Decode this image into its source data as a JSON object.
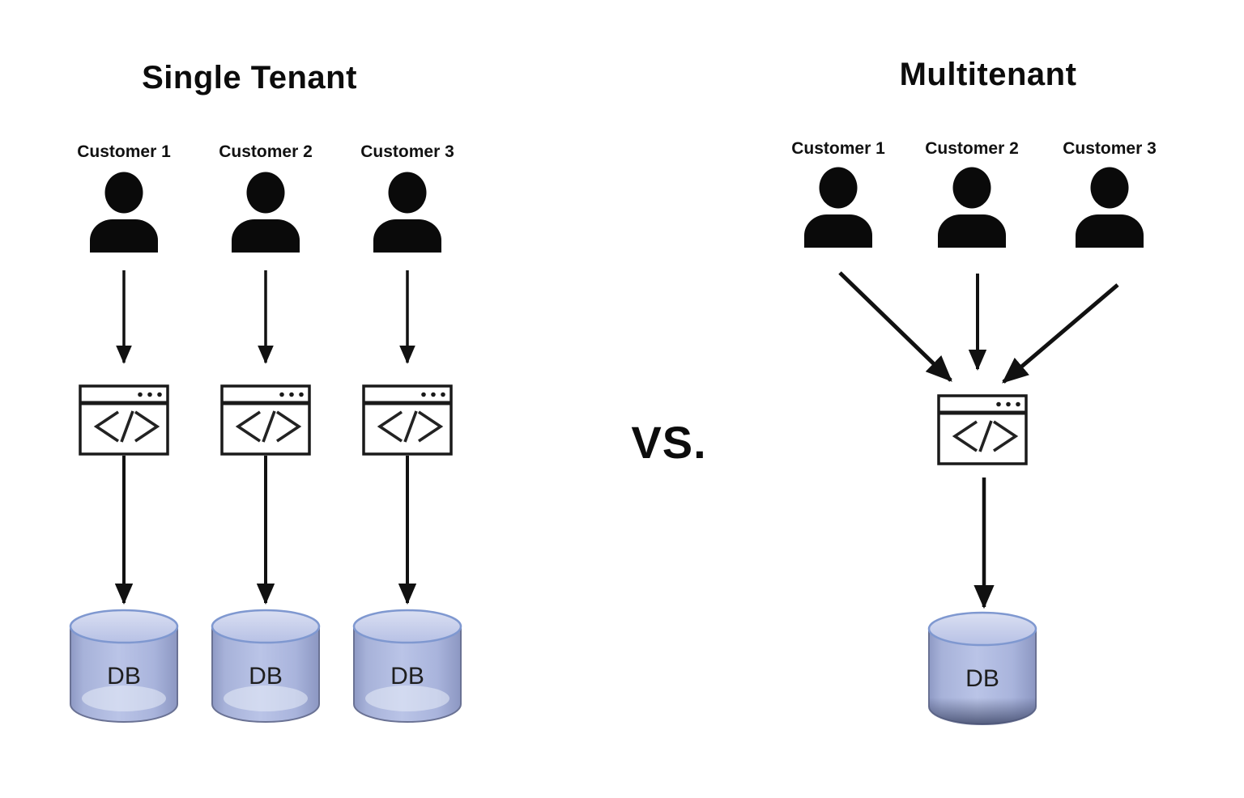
{
  "left": {
    "title": "Single Tenant",
    "customers": [
      "Customer 1",
      "Customer 2",
      "Customer 3"
    ],
    "db_labels": [
      "DB",
      "DB",
      "DB"
    ]
  },
  "vs_label": "VS.",
  "right": {
    "title": "Multitenant",
    "customers": [
      "Customer 1",
      "Customer 2",
      "Customer 3"
    ],
    "db_label": "DB"
  },
  "icons": {
    "customer": "person-icon",
    "application": "code-browser-icon",
    "database": "database-cylinder-icon",
    "flow": "arrow-down-icon",
    "flow_merge": "converging-arrows-icon"
  },
  "colors": {
    "ink": "#111111",
    "background": "#ffffff",
    "db_body": "#aab5dc",
    "db_top": "#d5daf0",
    "db_rim": "#7f98d0",
    "db_shadow": "#414a6b"
  }
}
